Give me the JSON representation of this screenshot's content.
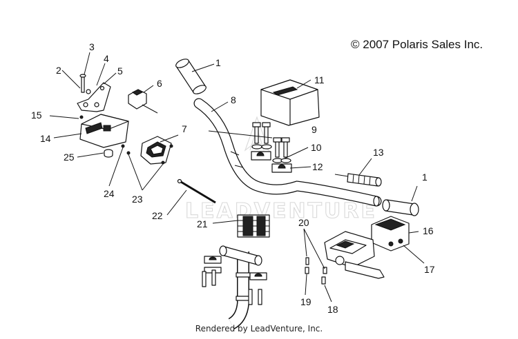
{
  "copyright": "© 2007 Polaris Sales Inc.",
  "footer": "Rendered by LeadVenture, Inc.",
  "watermark": "LEADVENTURE",
  "callouts": {
    "c1a": "1",
    "c1b": "1",
    "c2": "2",
    "c3": "3",
    "c4": "4",
    "c5": "5",
    "c6": "6",
    "c7": "7",
    "c8": "8",
    "c9": "9",
    "c10": "10",
    "c11": "11",
    "c12": "12",
    "c13": "13",
    "c14": "14",
    "c15": "15",
    "c16": "16",
    "c17": "17",
    "c18": "18",
    "c19": "19",
    "c20": "20",
    "c21": "21",
    "c22": "22",
    "c23": "23",
    "c24": "24",
    "c25": "25"
  }
}
